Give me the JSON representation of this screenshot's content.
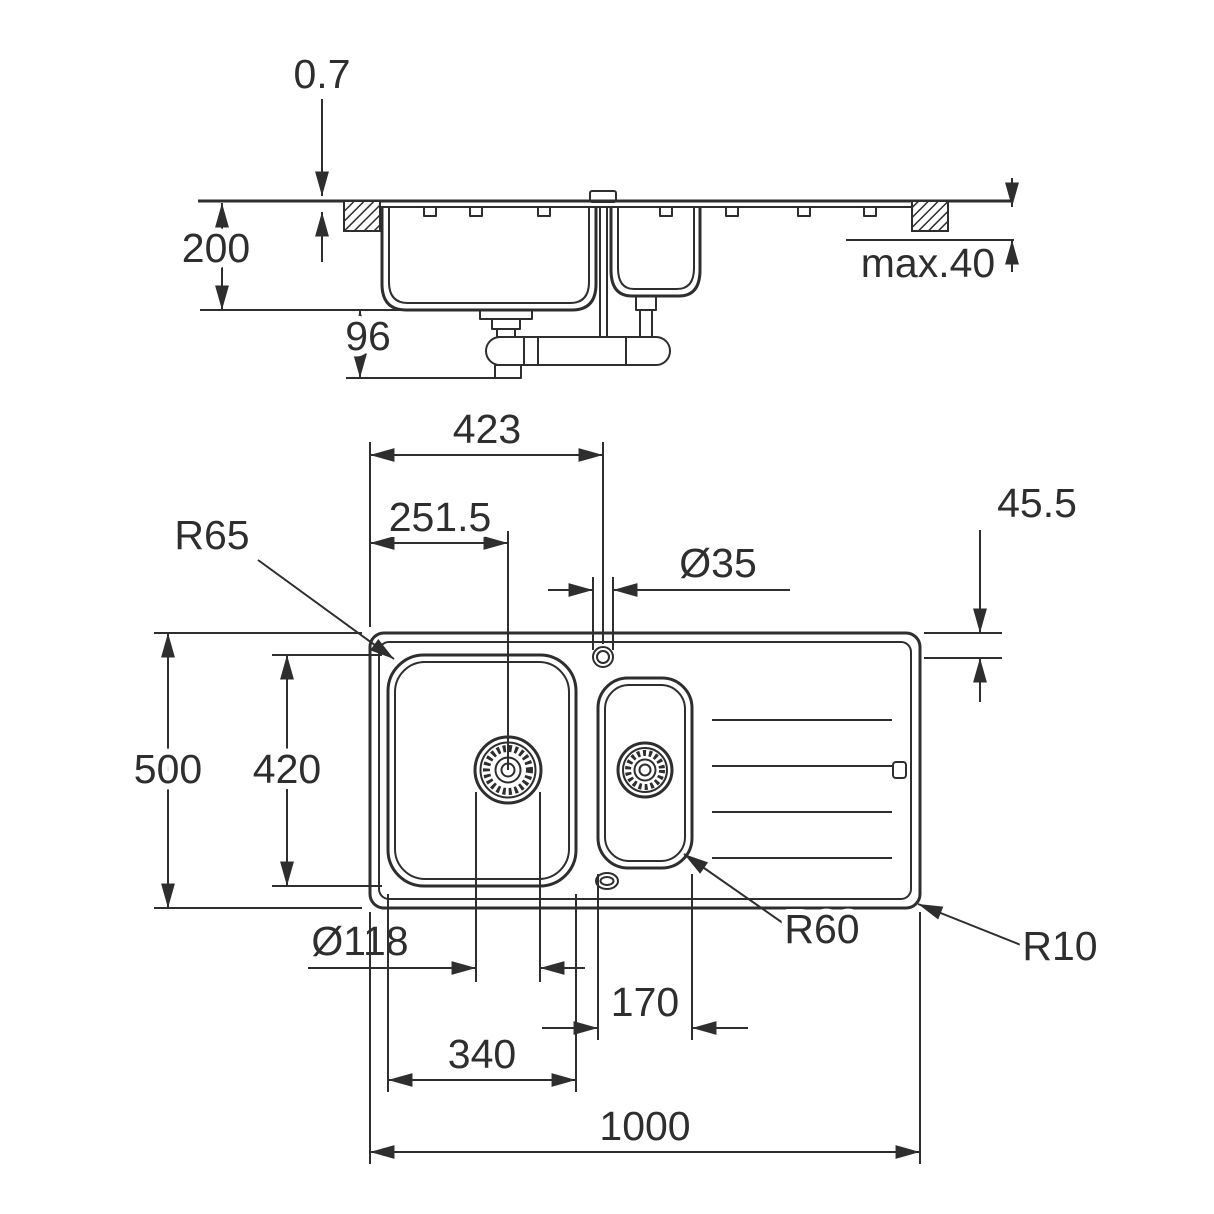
{
  "drawing": {
    "background": "#ffffff",
    "ink": "#2e2e2e",
    "side_view": {
      "rim_thickness": "0.7",
      "bowl_depth": "200",
      "undersink_clearance": "96",
      "worktop_thickness": "max.40"
    },
    "plan_view": {
      "tap_hole_from_left": "423",
      "main_drain_from_left": "251.5",
      "tap_hole_diameter": "Ø35",
      "tap_hole_from_edge": "45.5",
      "main_bowl_radius": "R65",
      "overall_depth": "500",
      "main_bowl_length": "420",
      "drain_hole_diameter": "Ø118",
      "half_bowl_radius": "R60",
      "corner_radius": "R10",
      "half_bowl_width": "170",
      "main_bowl_width": "340",
      "overall_width": "1000"
    }
  }
}
